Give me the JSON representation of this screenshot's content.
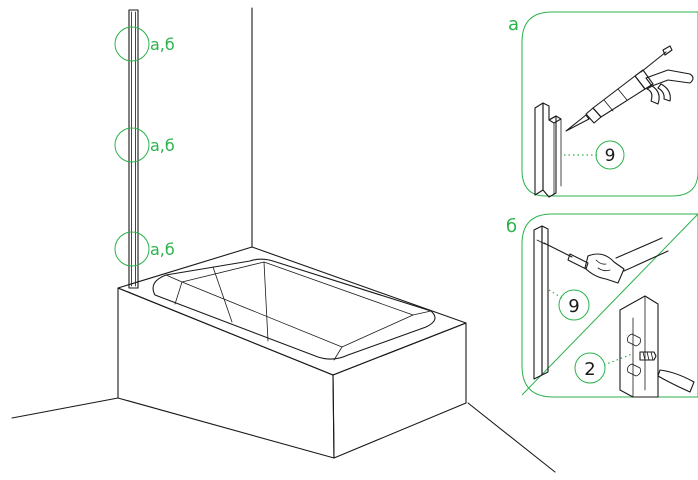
{
  "callouts": {
    "marker_label": "а,б",
    "markers": [
      {
        "label": "а,б"
      },
      {
        "label": "а,б"
      },
      {
        "label": "а,б"
      }
    ]
  },
  "panels": {
    "a": {
      "letter": "а",
      "part_number": "9"
    },
    "b": {
      "letter": "б",
      "part_number_profile": "9",
      "part_number_screw": "2"
    }
  },
  "colors": {
    "accent": "#2bb24c",
    "line": "#1a1a1a"
  }
}
